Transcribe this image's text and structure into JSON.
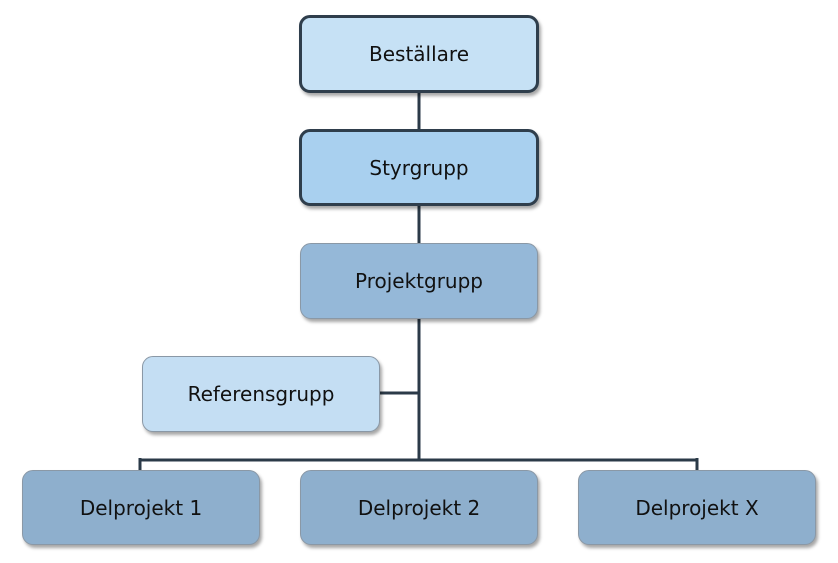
{
  "diagram": {
    "nodes": {
      "bestallare": "Beställare",
      "styrgrupp": "Styrgrupp",
      "projektgrupp": "Projektgrupp",
      "referensgrupp": "Referensgrupp",
      "delprojekt_1": "Delprojekt 1",
      "delprojekt_2": "Delprojekt 2",
      "delprojekt_x": "Delprojekt X"
    },
    "edges": [
      [
        "bestallare",
        "styrgrupp"
      ],
      [
        "styrgrupp",
        "projektgrupp"
      ],
      [
        "projektgrupp",
        "referensgrupp"
      ],
      [
        "projektgrupp",
        "delprojekt_1"
      ],
      [
        "projektgrupp",
        "delprojekt_2"
      ],
      [
        "projektgrupp",
        "delprojekt_x"
      ]
    ],
    "colors": {
      "bestallare": "#c6e1f5",
      "styrgrupp": "#a9d0ef",
      "projektgrupp": "#95b8d8",
      "referensgrupp": "#c4def3",
      "delprojekt": "#8eafcd",
      "connector": "#2b3a48"
    }
  }
}
